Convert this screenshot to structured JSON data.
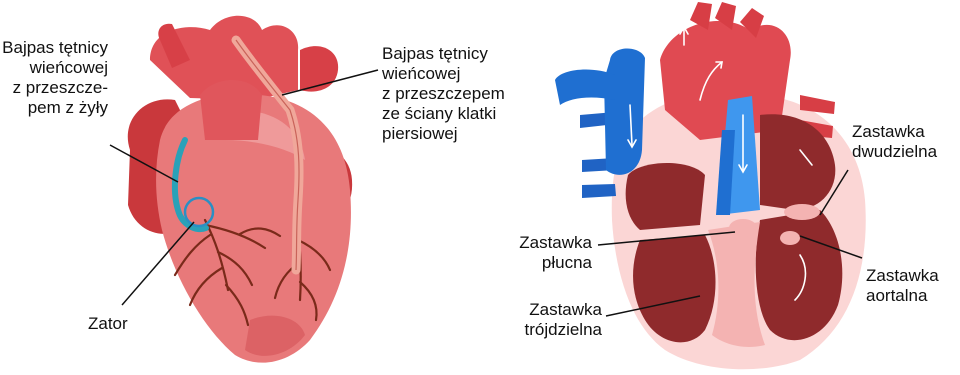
{
  "colors": {
    "heart_outer": "#e8797a",
    "heart_dark": "#c0393d",
    "heart_light": "#f4b3b2",
    "aorta": "#e04a52",
    "vein_blue": "#1f6fd1",
    "vein_blue_light": "#3f97ee",
    "chamber_dark": "#8f2a2c",
    "bypass_vein": "#2aa1b8",
    "bypass_artery": "#f0a79a",
    "coronary": "#7a2a1a",
    "pericardium": "#fbd6d5"
  },
  "labels": {
    "bypass_vein": [
      "Bajpas tętnicy",
      "wieńcowej",
      "z przeszcze-",
      "pem z żyły"
    ],
    "bypass_artery": [
      "Bajpas tętnicy",
      "wieńcowej",
      "z przeszczepem",
      "ze ściany klatki",
      "piersiowej"
    ],
    "blockage": "Zator",
    "pulmonary_valve": [
      "Zastawka",
      "płucna"
    ],
    "tricuspid_valve": [
      "Zastawka",
      "trójdzielna"
    ],
    "mitral_valve": [
      "Zastawka",
      "dwudzielna"
    ],
    "aortic_valve": [
      "Zastawka",
      "aortalna"
    ]
  }
}
